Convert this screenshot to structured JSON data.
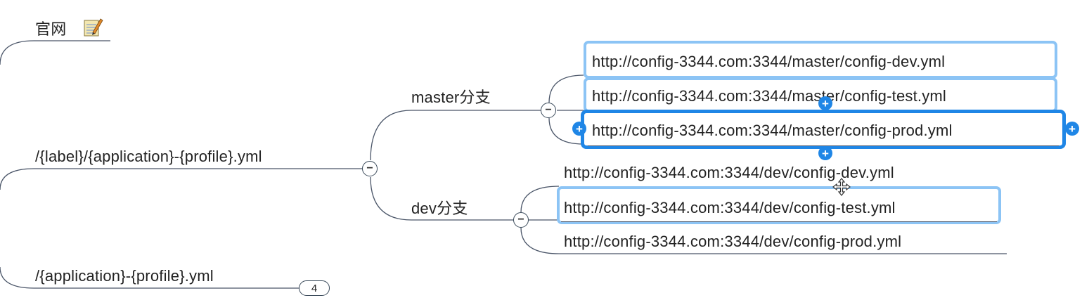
{
  "map": {
    "official_site": {
      "label": "官网",
      "icon": "note-icon"
    },
    "branch_label_app_profile": {
      "label": "/{label}/{application}-{profile}.yml"
    },
    "branch_app_profile": {
      "label": "/{application}-{profile}.yml",
      "collapsed_count": "4"
    },
    "master": {
      "label": "master分支",
      "urls": [
        "http://config-3344.com:3344/master/config-dev.yml",
        "http://config-3344.com:3344/master/config-test.yml",
        "http://config-3344.com:3344/master/config-prod.yml"
      ]
    },
    "dev": {
      "label": "dev分支",
      "urls": [
        "http://config-3344.com:3344/dev/config-dev.yml",
        "http://config-3344.com:3344/dev/config-test.yml",
        "http://config-3344.com:3344/dev/config-prod.yml"
      ]
    },
    "collapse_symbol": "−",
    "plus_symbol": "+"
  },
  "colors": {
    "selection_light": "#8cc4f5",
    "selection_strong": "#1f86e6",
    "connector": "#4a5568"
  }
}
